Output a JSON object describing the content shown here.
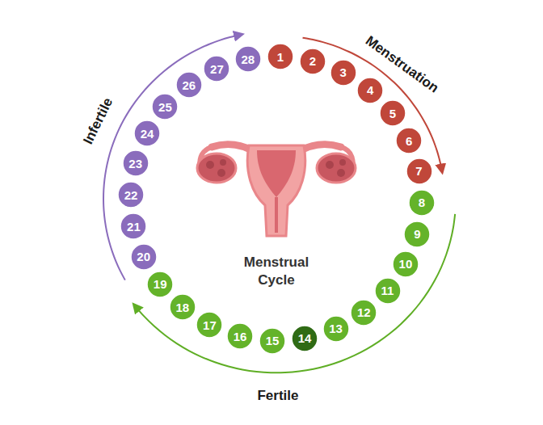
{
  "diagram": {
    "nodes": [
      {
        "text": [
          "1"
        ]
      },
      {
        "text": [
          "2"
        ]
      },
      {
        "text": [
          "3"
        ]
      },
      {
        "text": [
          "4"
        ]
      },
      {
        "text": [
          "5"
        ]
      },
      {
        "text": [
          "6"
        ]
      },
      {
        "text": [
          "7"
        ]
      },
      {
        "text": [
          "8"
        ]
      },
      {
        "text": [
          "9"
        ]
      },
      {
        "text": [
          "10"
        ]
      },
      {
        "text": [
          "11"
        ]
      },
      {
        "text": [
          "12"
        ]
      },
      {
        "text": [
          "13"
        ]
      },
      {
        "text": [
          "14"
        ]
      },
      {
        "text": [
          "15"
        ]
      },
      {
        "text": [
          "16"
        ]
      },
      {
        "text": [
          "17"
        ]
      },
      {
        "text": [
          "18"
        ]
      },
      {
        "text": [
          "19"
        ]
      },
      {
        "text": [
          "20"
        ]
      },
      {
        "text": [
          "21"
        ]
      },
      {
        "text": [
          "22"
        ]
      },
      {
        "text": [
          "23"
        ]
      },
      {
        "text": [
          "24"
        ]
      },
      {
        "text": [
          "25"
        ]
      },
      {
        "text": [
          "26"
        ]
      },
      {
        "text": [
          "27"
        ]
      },
      {
        "text": [
          "28"
        ]
      }
    ],
    "labels": [
      "Menstruation",
      "Fertile",
      "Infertile",
      "Menstrual Cycle"
    ]
  }
}
